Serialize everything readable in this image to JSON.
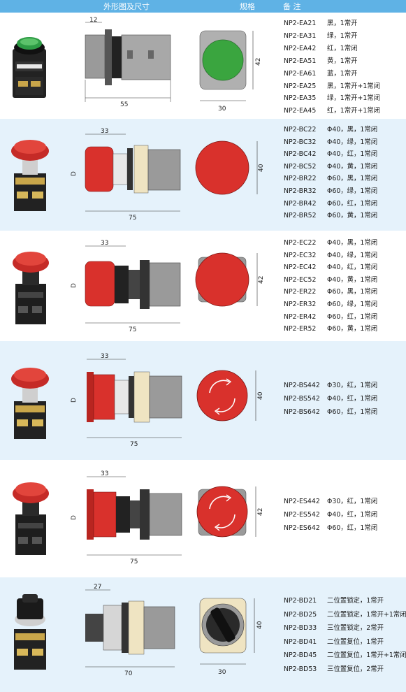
{
  "header": {
    "col_drawing": "外形图及尺寸",
    "col_spec": "规格",
    "col_note": "备 注"
  },
  "colors": {
    "header": "#5fb2e5",
    "band_light": "#e5f2fb",
    "button_red": "#d9312c",
    "button_green": "#3aa53f",
    "body_gray": "#9a9a9a"
  },
  "sections": [
    {
      "dims": {
        "top": "12",
        "length": "55",
        "width": "30",
        "height": "42"
      },
      "items": [
        {
          "code": "NP2-EA21",
          "spec": "黑，1常开"
        },
        {
          "code": "NP2-EA31",
          "spec": "绿，1常开"
        },
        {
          "code": "NP2-EA42",
          "spec": "红，1常闭"
        },
        {
          "code": "NP2-EA51",
          "spec": "黄，1常开"
        },
        {
          "code": "NP2-EA61",
          "spec": "蓝，1常开"
        },
        {
          "code": "NP2-EA25",
          "spec": "黑，1常开+1常闭"
        },
        {
          "code": "NP2-EA35",
          "spec": "绿，1常开+1常闭"
        },
        {
          "code": "NP2-EA45",
          "spec": "红，1常开+1常闭"
        }
      ]
    },
    {
      "dims": {
        "top": "33",
        "length": "75",
        "side": "D",
        "height": "40"
      },
      "items": [
        {
          "code": "NP2-BC22",
          "spec": "Φ40，黑，1常闭"
        },
        {
          "code": "NP2-BC32",
          "spec": "Φ40，绿，1常闭"
        },
        {
          "code": "NP2-BC42",
          "spec": "Φ40，红，1常闭"
        },
        {
          "code": "NP2-BC52",
          "spec": "Φ40，黄，1常闭"
        },
        {
          "code": "NP2-BR22",
          "spec": "Φ60，黑，1常闭"
        },
        {
          "code": "NP2-BR32",
          "spec": "Φ60，绿，1常闭"
        },
        {
          "code": "NP2-BR42",
          "spec": "Φ60，红，1常闭"
        },
        {
          "code": "NP2-BR52",
          "spec": "Φ60，黄，1常闭"
        }
      ]
    },
    {
      "dims": {
        "top": "33",
        "length": "75",
        "side": "D",
        "height": "42"
      },
      "items": [
        {
          "code": "NP2-EC22",
          "spec": "Φ40，黑，1常闭"
        },
        {
          "code": "NP2-EC32",
          "spec": "Φ40，绿，1常闭"
        },
        {
          "code": "NP2-EC42",
          "spec": "Φ40，红，1常闭"
        },
        {
          "code": "NP2-EC52",
          "spec": "Φ40，黄，1常闭"
        },
        {
          "code": "NP2-ER22",
          "spec": "Φ60，黑，1常闭"
        },
        {
          "code": "NP2-ER32",
          "spec": "Φ60，绿，1常闭"
        },
        {
          "code": "NP2-ER42",
          "spec": "Φ60，红，1常闭"
        },
        {
          "code": "NP2-ER52",
          "spec": "Φ60，黄，1常闭"
        }
      ]
    },
    {
      "dims": {
        "top": "33",
        "length": "75",
        "side": "D",
        "height": "40"
      },
      "items": [
        {
          "code": "NP2-BS442",
          "spec": "Φ30，红，1常闭"
        },
        {
          "code": "NP2-BS542",
          "spec": "Φ40，红，1常闭"
        },
        {
          "code": "NP2-BS642",
          "spec": "Φ60，红，1常闭"
        }
      ]
    },
    {
      "dims": {
        "top": "33",
        "length": "75",
        "side": "D",
        "height": "42"
      },
      "items": [
        {
          "code": "NP2-ES442",
          "spec": "Φ30，红，1常闭"
        },
        {
          "code": "NP2-ES542",
          "spec": "Φ40，红，1常闭"
        },
        {
          "code": "NP2-ES642",
          "spec": "Φ60，红，1常闭"
        }
      ]
    },
    {
      "dims": {
        "top": "27",
        "length": "70",
        "width": "30",
        "height": "40"
      },
      "items": [
        {
          "code": "NP2-BD21",
          "spec": "二位置锁定，1常开"
        },
        {
          "code": "NP2-BD25",
          "spec": "二位置锁定，1常开+1常闭"
        },
        {
          "code": "NP2-BD33",
          "spec": "三位置锁定，2常开"
        },
        {
          "code": "NP2-BD41",
          "spec": "二位置复位，1常开"
        },
        {
          "code": "NP2-BD45",
          "spec": "二位置复位，1常开+1常闭"
        },
        {
          "code": "NP2-BD53",
          "spec": "三位置复位，2常开"
        }
      ]
    }
  ]
}
